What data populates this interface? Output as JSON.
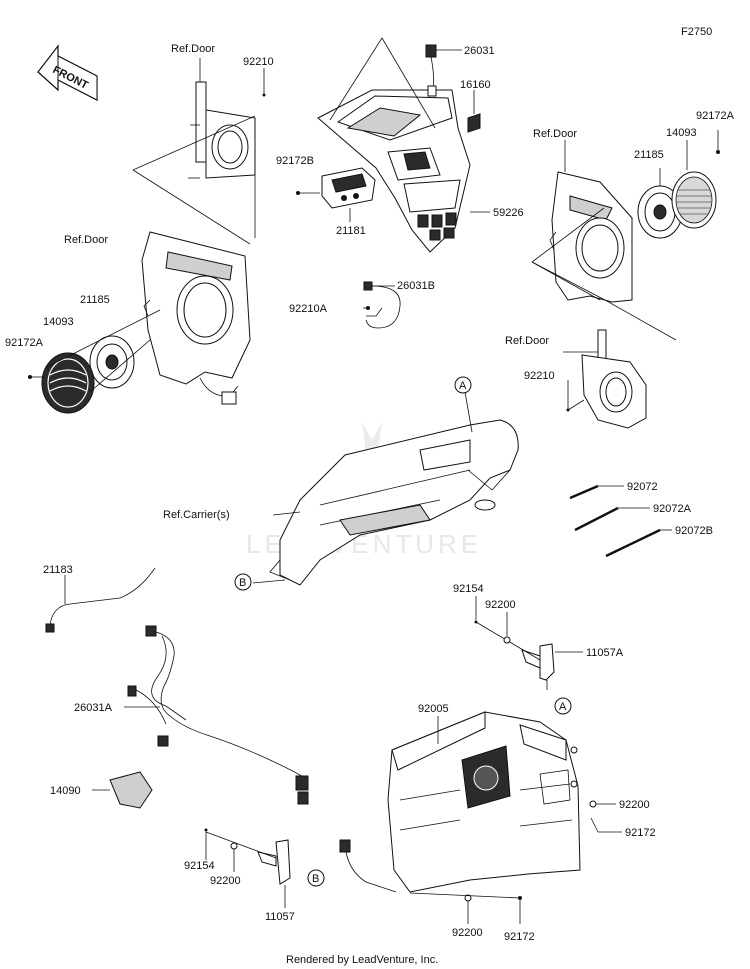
{
  "figure_id": "F2750",
  "direction_label": "FRONT",
  "footer": "Rendered by LeadVenture, Inc.",
  "watermark": "LEADVENTURE",
  "callouts": {
    "A": "A",
    "B": "B"
  },
  "labels": [
    {
      "id": "lbl-26031",
      "text": "26031"
    },
    {
      "id": "lbl-16160",
      "text": "16160"
    },
    {
      "id": "lbl-ref-door-1",
      "text": "Ref.Door"
    },
    {
      "id": "lbl-92210-1",
      "text": "92210"
    },
    {
      "id": "lbl-92172b",
      "text": "92172B"
    },
    {
      "id": "lbl-21181",
      "text": "21181"
    },
    {
      "id": "lbl-59226",
      "text": "59226"
    },
    {
      "id": "lbl-ref-door-2",
      "text": "Ref.Door"
    },
    {
      "id": "lbl-14093-r",
      "text": "14093"
    },
    {
      "id": "lbl-92172a-r",
      "text": "92172A"
    },
    {
      "id": "lbl-21185-r",
      "text": "21185"
    },
    {
      "id": "lbl-ref-door-3",
      "text": "Ref.Door"
    },
    {
      "id": "lbl-21185-l",
      "text": "21185"
    },
    {
      "id": "lbl-14093-l",
      "text": "14093"
    },
    {
      "id": "lbl-92172a-l",
      "text": "92172A"
    },
    {
      "id": "lbl-26031b",
      "text": "26031B"
    },
    {
      "id": "lbl-92210a",
      "text": "92210A"
    },
    {
      "id": "lbl-ref-door-4",
      "text": "Ref.Door"
    },
    {
      "id": "lbl-92210-2",
      "text": "92210"
    },
    {
      "id": "lbl-ref-carrier",
      "text": "Ref.Carrier(s)"
    },
    {
      "id": "lbl-92072",
      "text": "92072"
    },
    {
      "id": "lbl-92072a",
      "text": "92072A"
    },
    {
      "id": "lbl-92072b",
      "text": "92072B"
    },
    {
      "id": "lbl-21183",
      "text": "21183"
    },
    {
      "id": "lbl-92154-r",
      "text": "92154"
    },
    {
      "id": "lbl-92200-r1",
      "text": "92200"
    },
    {
      "id": "lbl-11057a",
      "text": "11057A"
    },
    {
      "id": "lbl-26031a",
      "text": "26031A"
    },
    {
      "id": "lbl-92005",
      "text": "92005"
    },
    {
      "id": "lbl-14090",
      "text": "14090"
    },
    {
      "id": "lbl-92200-r2",
      "text": "92200"
    },
    {
      "id": "lbl-92172-r",
      "text": "92172"
    },
    {
      "id": "lbl-92154-l",
      "text": "92154"
    },
    {
      "id": "lbl-92200-l",
      "text": "92200"
    },
    {
      "id": "lbl-11057",
      "text": "11057"
    },
    {
      "id": "lbl-92200-b",
      "text": "92200"
    },
    {
      "id": "lbl-92172-b",
      "text": "92172"
    }
  ]
}
